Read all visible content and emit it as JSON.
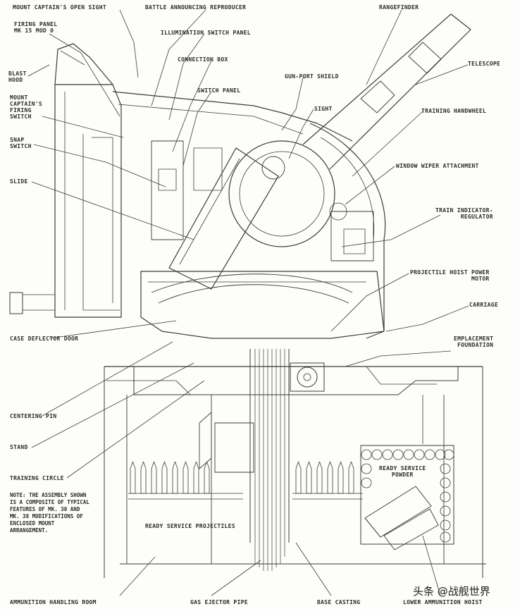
{
  "labels": {
    "mount_captains_open_sight": "MOUNT CAPTAIN'S OPEN SIGHT",
    "battle_announcing_reproducer": "BATTLE ANNOUNCING REPRODUCER",
    "rangefinder": "RANGEFINDER",
    "firing_panel": "FIRING PANEL\nMK 15 MOD 0",
    "illumination_switch_panel": "ILLUMINATION SWITCH PANEL",
    "telescope": "TELESCOPE",
    "blast_hood": "BLAST\nHOOD",
    "connection_box": "CONNECTION BOX",
    "gun_port_shield": "GUN-PORT SHIELD",
    "mount_captains_firing_switch": "MOUNT\nCAPTAIN'S\nFIRING\nSWITCH",
    "switch_panel": "SWITCH PANEL",
    "sight": "SIGHT",
    "training_handwheel": "TRAINING HANDWHEEL",
    "snap_switch": "SNAP\nSWITCH",
    "window_wiper_attachment": "WINDOW WIPER ATTACHMENT",
    "slide": "SLIDE",
    "train_indicator_regulator": "TRAIN INDICATOR-\nREGULATOR",
    "projectile_hoist_power_motor": "PROJECTILE HOIST POWER\nMOTOR",
    "carriage": "CARRIAGE",
    "case_deflector_door": "CASE DEFLECTOR DOOR",
    "emplacement_foundation": "EMPLACEMENT\nFOUNDATION",
    "centering_pin": "CENTERING PIN",
    "stand": "STAND",
    "training_circle": "TRAINING CIRCLE",
    "ready_service_powder": "READY SERVICE\nPOWDER",
    "ready_service_projectiles": "READY SERVICE PROJECTILES",
    "ammunition_handling_room": "AMMUNITION HANDLING ROOM",
    "gas_ejector_pipe": "GAS EJECTOR PIPE",
    "base_casting": "BASE CASTING",
    "lower_ammunition_hoist": "LOWER AMMUNITION HOIST"
  },
  "note": "NOTE: THE ASSEMBLY SHOWN\nIS A COMPOSITE OF TYPICAL\nFEATURES OF MK. 30 AND\nMK. 38 MODIFICATIONS OF\nENCLOSED MOUNT\nARRANGEMENT.",
  "watermark": "头条 @战舰世界"
}
